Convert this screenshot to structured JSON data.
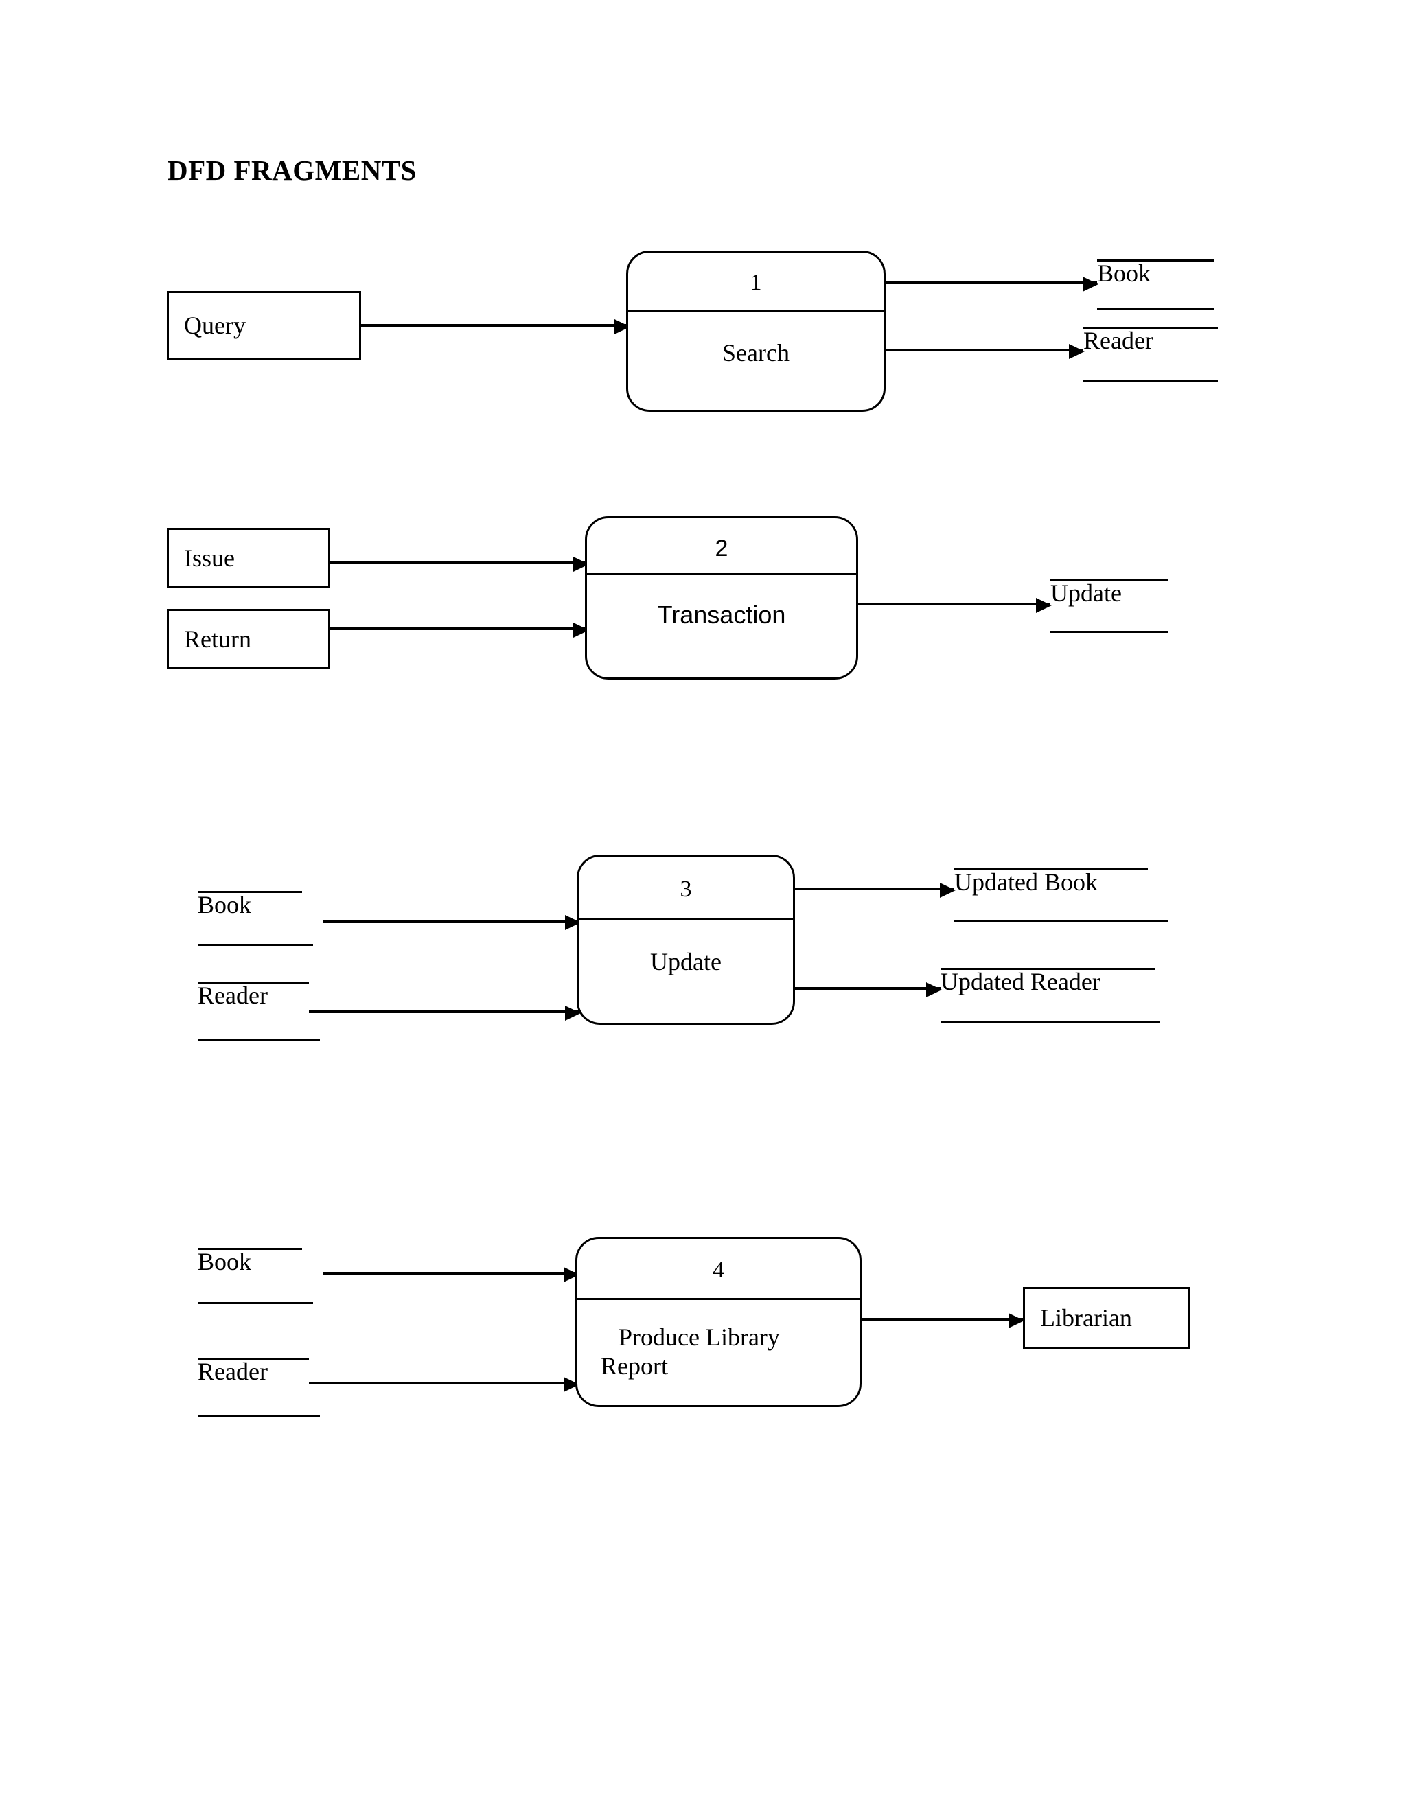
{
  "document": {
    "title": "DFD FRAGMENTS"
  },
  "diagram_type": "data-flow-diagram",
  "fragments": [
    {
      "id": "fragment-1",
      "process": {
        "number": "1",
        "name": "Search"
      },
      "inputs": [
        {
          "label": "Query",
          "shape": "external-entity"
        }
      ],
      "outputs": [
        {
          "label": "Book",
          "shape": "data-store"
        },
        {
          "label": "Reader",
          "shape": "data-store"
        }
      ]
    },
    {
      "id": "fragment-2",
      "process": {
        "number": "2",
        "name": "Transaction"
      },
      "inputs": [
        {
          "label": "Issue",
          "shape": "external-entity"
        },
        {
          "label": "Return",
          "shape": "external-entity"
        }
      ],
      "outputs": [
        {
          "label": "Update",
          "shape": "data-store"
        }
      ]
    },
    {
      "id": "fragment-3",
      "process": {
        "number": "3",
        "name": "Update"
      },
      "inputs": [
        {
          "label": "Book",
          "shape": "data-store"
        },
        {
          "label": "Reader",
          "shape": "data-store"
        }
      ],
      "outputs": [
        {
          "label": "Updated Book",
          "shape": "data-store"
        },
        {
          "label": "Updated Reader",
          "shape": "data-store"
        }
      ]
    },
    {
      "id": "fragment-4",
      "process": {
        "number": "4",
        "name_line1": "Produce Library",
        "name_line2": "Report"
      },
      "inputs": [
        {
          "label": "Book",
          "shape": "data-store"
        },
        {
          "label": "Reader",
          "shape": "data-store"
        }
      ],
      "outputs": [
        {
          "label": "Librarian",
          "shape": "external-entity"
        }
      ]
    }
  ],
  "colors": {
    "stroke": "#000000",
    "background": "#ffffff",
    "text": "#000000"
  }
}
